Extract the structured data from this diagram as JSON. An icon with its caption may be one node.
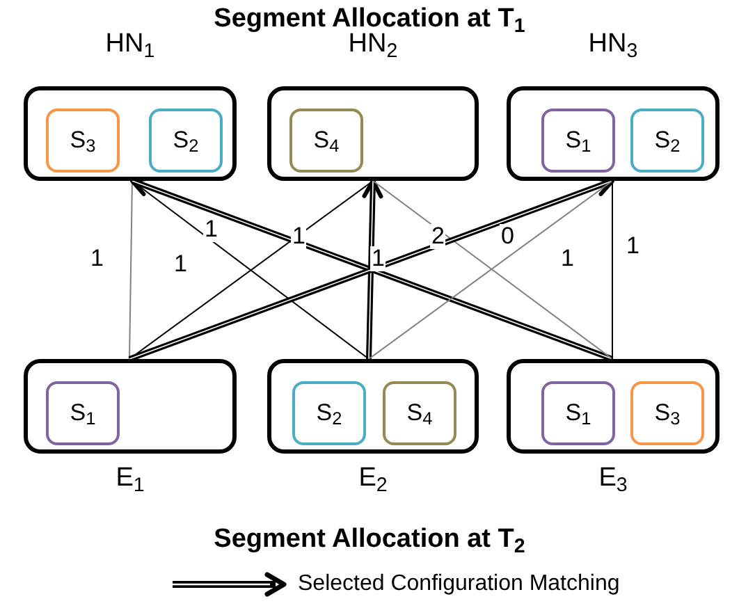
{
  "diagram": {
    "title": "Segment Allocation at T$_{1}$",
    "caption": "Segment Allocation at T$_{2}$",
    "nodes": [
      {
        "text": [
          "HN$_{1}$"
        ]
      },
      {
        "text": [
          "S$_{3}$"
        ],
        "in": 0
      },
      {
        "text": [
          "S$_{2}$"
        ],
        "in": 0
      },
      {
        "text": [
          "HN$_{2}$"
        ]
      },
      {
        "text": [
          "S$_{4}$"
        ],
        "in": 3
      },
      {
        "text": [
          "HN$_{3}$"
        ]
      },
      {
        "text": [
          "S$_{1}$"
        ],
        "in": 5
      },
      {
        "text": [
          "S$_{2}$"
        ],
        "in": 5
      },
      {
        "text": [
          "E$_{1}$"
        ]
      },
      {
        "text": [
          "S$_{1}$"
        ],
        "in": 8
      },
      {
        "text": [
          "E$_{2}$"
        ]
      },
      {
        "text": [
          "S$_{2}$"
        ],
        "in": 10
      },
      {
        "text": [
          "S$_{4}$"
        ],
        "in": 10
      },
      {
        "text": [
          "E$_{3}$"
        ]
      },
      {
        "text": [
          "S$_{1}$"
        ],
        "in": 13
      },
      {
        "text": [
          "S$_{3}$"
        ],
        "in": 13
      }
    ],
    "edges": [
      {
        "from": 8,
        "to": 0,
        "arrow": "none",
        "label": "1",
        "color": "#808080"
      },
      {
        "from": 10,
        "to": 0,
        "arrow": "none",
        "label": "1"
      },
      {
        "from": 13,
        "to": 0,
        "arrow": "to",
        "label": "1",
        "style": "thick"
      },
      {
        "from": 8,
        "to": 3,
        "arrow": "none",
        "label": "1"
      },
      {
        "from": 10,
        "to": 3,
        "arrow": "to",
        "label": "1",
        "style": "thick"
      },
      {
        "from": 13,
        "to": 3,
        "arrow": "none",
        "label": "2",
        "color": "#808080"
      },
      {
        "from": 8,
        "to": 5,
        "arrow": "to",
        "label": "0",
        "style": "thick"
      },
      {
        "from": 10,
        "to": 5,
        "arrow": "none",
        "label": "1",
        "color": "#808080"
      },
      {
        "from": 13,
        "to": 5,
        "arrow": "none",
        "label": "1"
      }
    ],
    "legend": [
      {
        "text": "Selected Configuration Matching"
      }
    ]
  }
}
